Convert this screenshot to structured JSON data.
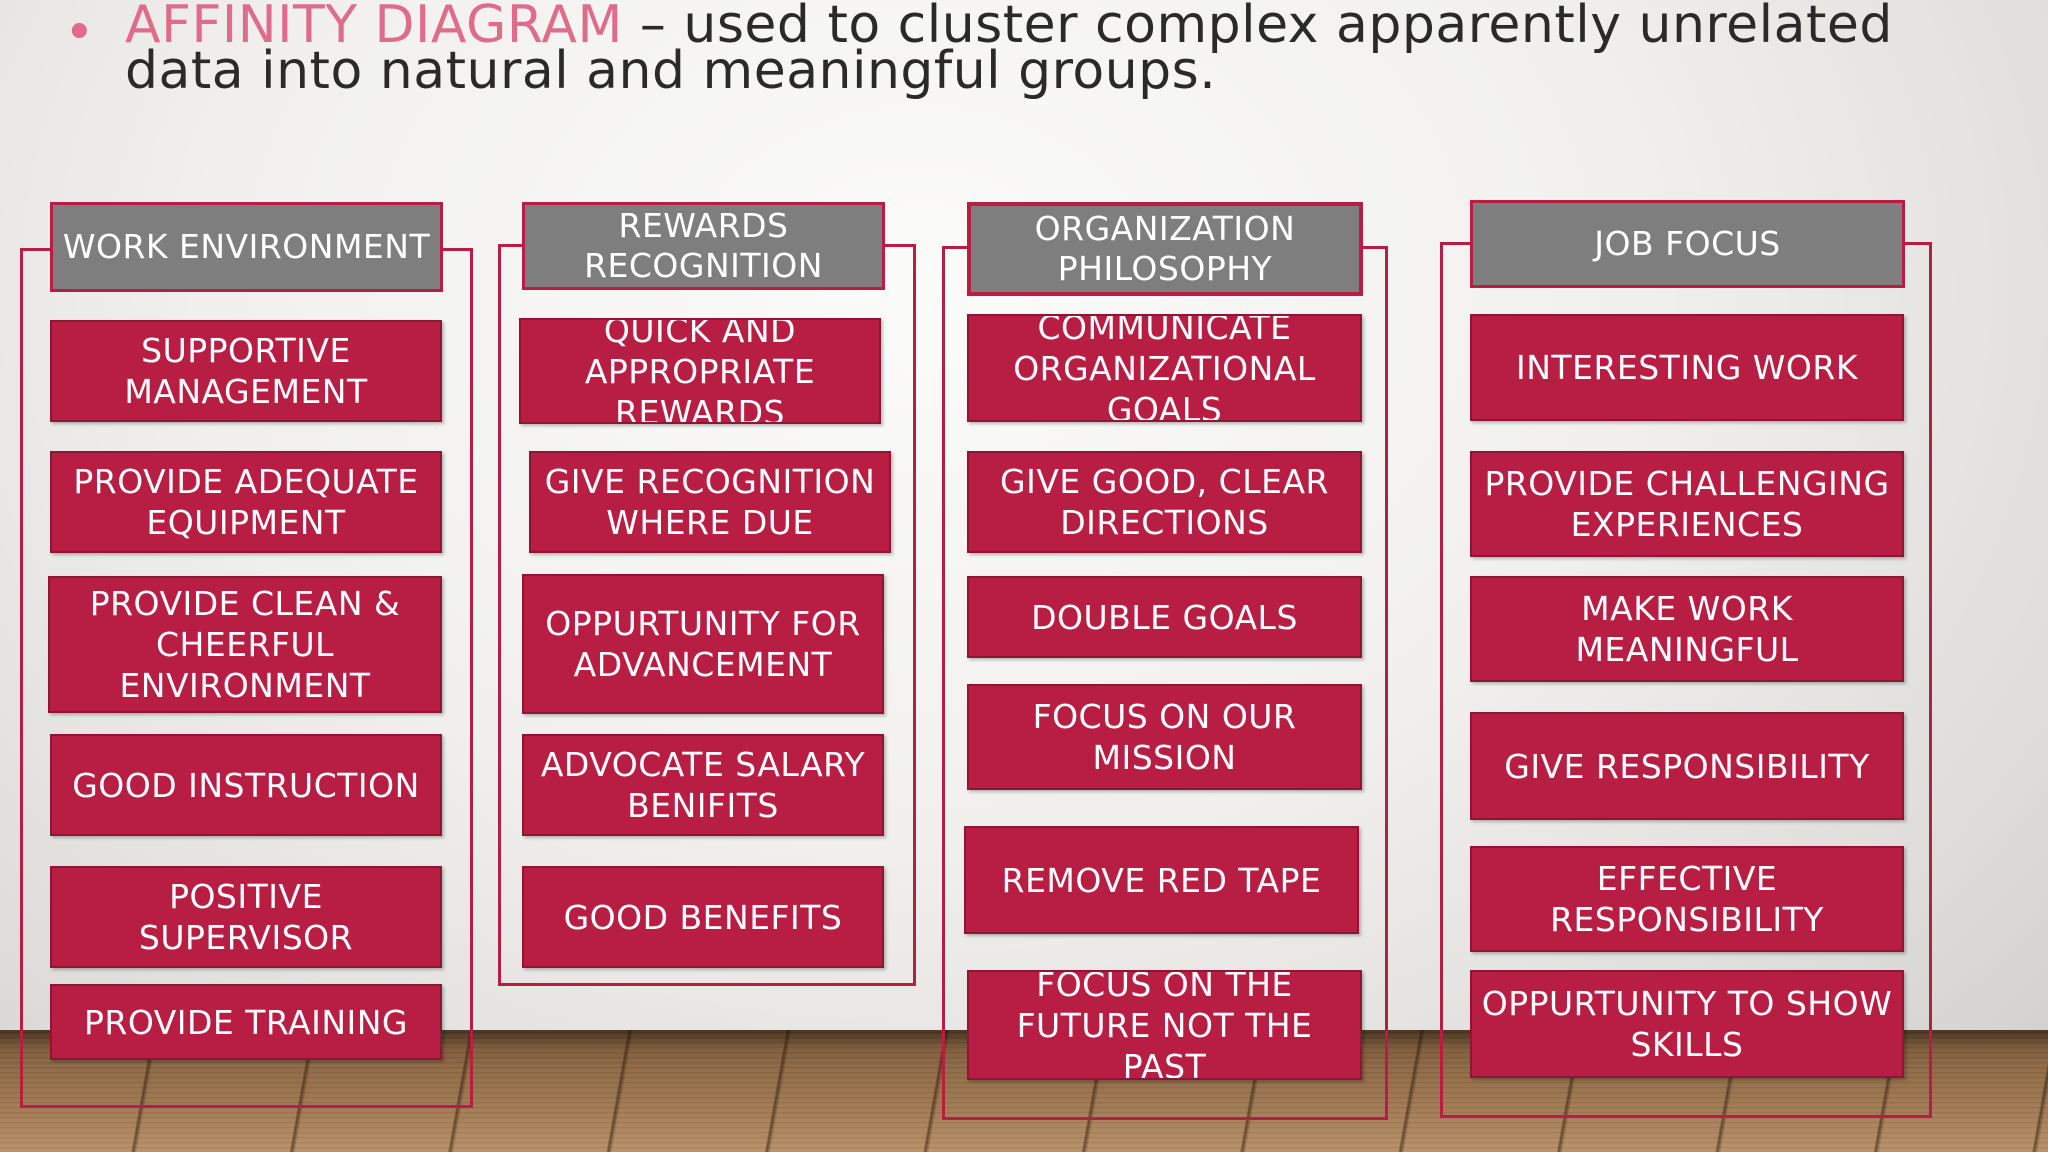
{
  "title": {
    "bullet": "•",
    "term": "AFFINITY DIAGRAM",
    "rest": " – used to cluster complex apparently unrelated data into natural and meaningful groups."
  },
  "columns": [
    {
      "header": "WORK ENVIRONMENT",
      "items": [
        "SUPPORTIVE MANAGEMENT",
        "PROVIDE ADEQUATE EQUIPMENT",
        "PROVIDE CLEAN & CHEERFUL ENVIRONMENT",
        "GOOD INSTRUCTION",
        "POSITIVE SUPERVISOR",
        "PROVIDE TRAINING"
      ]
    },
    {
      "header": "REWARDS RECOGNITION",
      "items": [
        "QUICK AND APPROPRIATE REWARDS",
        "GIVE RECOGNITION WHERE DUE",
        "OPPURTUNITY FOR ADVANCEMENT",
        "ADVOCATE SALARY BENIFITS",
        "GOOD BENEFITS"
      ]
    },
    {
      "header": "ORGANIZATION PHILOSOPHY",
      "items": [
        "COMMUNICATE ORGANIZATIONAL GOALS",
        "GIVE GOOD, CLEAR DIRECTIONS",
        "DOUBLE GOALS",
        "FOCUS ON OUR MISSION",
        "REMOVE RED TAPE",
        "FOCUS ON THE FUTURE NOT THE PAST"
      ]
    },
    {
      "header": "JOB FOCUS",
      "items": [
        "INTERESTING WORK",
        "PROVIDE CHALLENGING EXPERIENCES",
        "MAKE WORK MEANINGFUL",
        "GIVE RESPONSIBILITY",
        "EFFECTIVE RESPONSIBILITY",
        "OPPURTUNITY TO SHOW SKILLS"
      ]
    }
  ]
}
